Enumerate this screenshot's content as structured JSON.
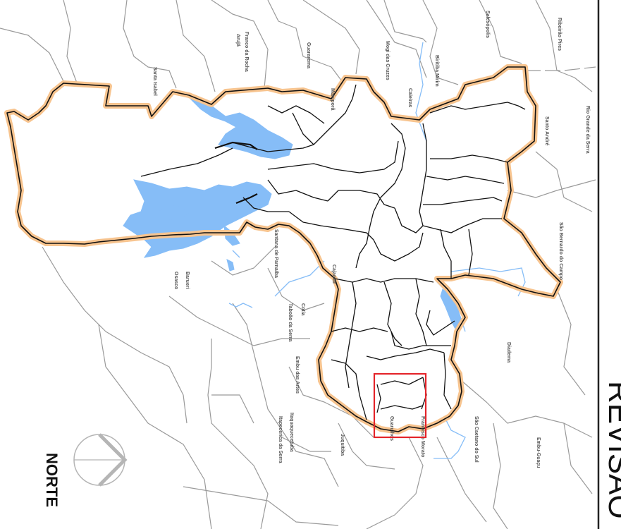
{
  "map": {
    "north_label": "NORTE",
    "revision_label": "REVISÃO",
    "neighbor_labels": [
      "Santa Isabel",
      "Arujá",
      "Guararema",
      "Mogi das Cruzes",
      "Biritiba Mirim",
      "Salesópolis",
      "Ribeirão Pires",
      "Rio Grande da Serra",
      "Santo André",
      "São Bernardo do Campo",
      "Diadema",
      "São Caetano do Sul",
      "Embu-Guaçu",
      "Juquitiba",
      "Itapecerica da Serra",
      "Embu das Artes",
      "Taboão da Serra",
      "Cotia",
      "Osasco",
      "Barueri",
      "Santana de Parnaíba",
      "Cajamar",
      "Caieiras",
      "Mairiporã",
      "Franco da Rocha",
      "Francisco Morato",
      "Guarulhos",
      "Itaquaquecetuba"
    ]
  },
  "colors": {
    "boundary_halo": "#f7c48f",
    "boundary_line": "#111111",
    "water": "#86bdf7",
    "neighbor_lines": "#9a9a9a",
    "highlight_box": "#e4242a",
    "frame_line": "#222222"
  },
  "icons": {
    "north_arrow": "north-arrow-icon"
  }
}
